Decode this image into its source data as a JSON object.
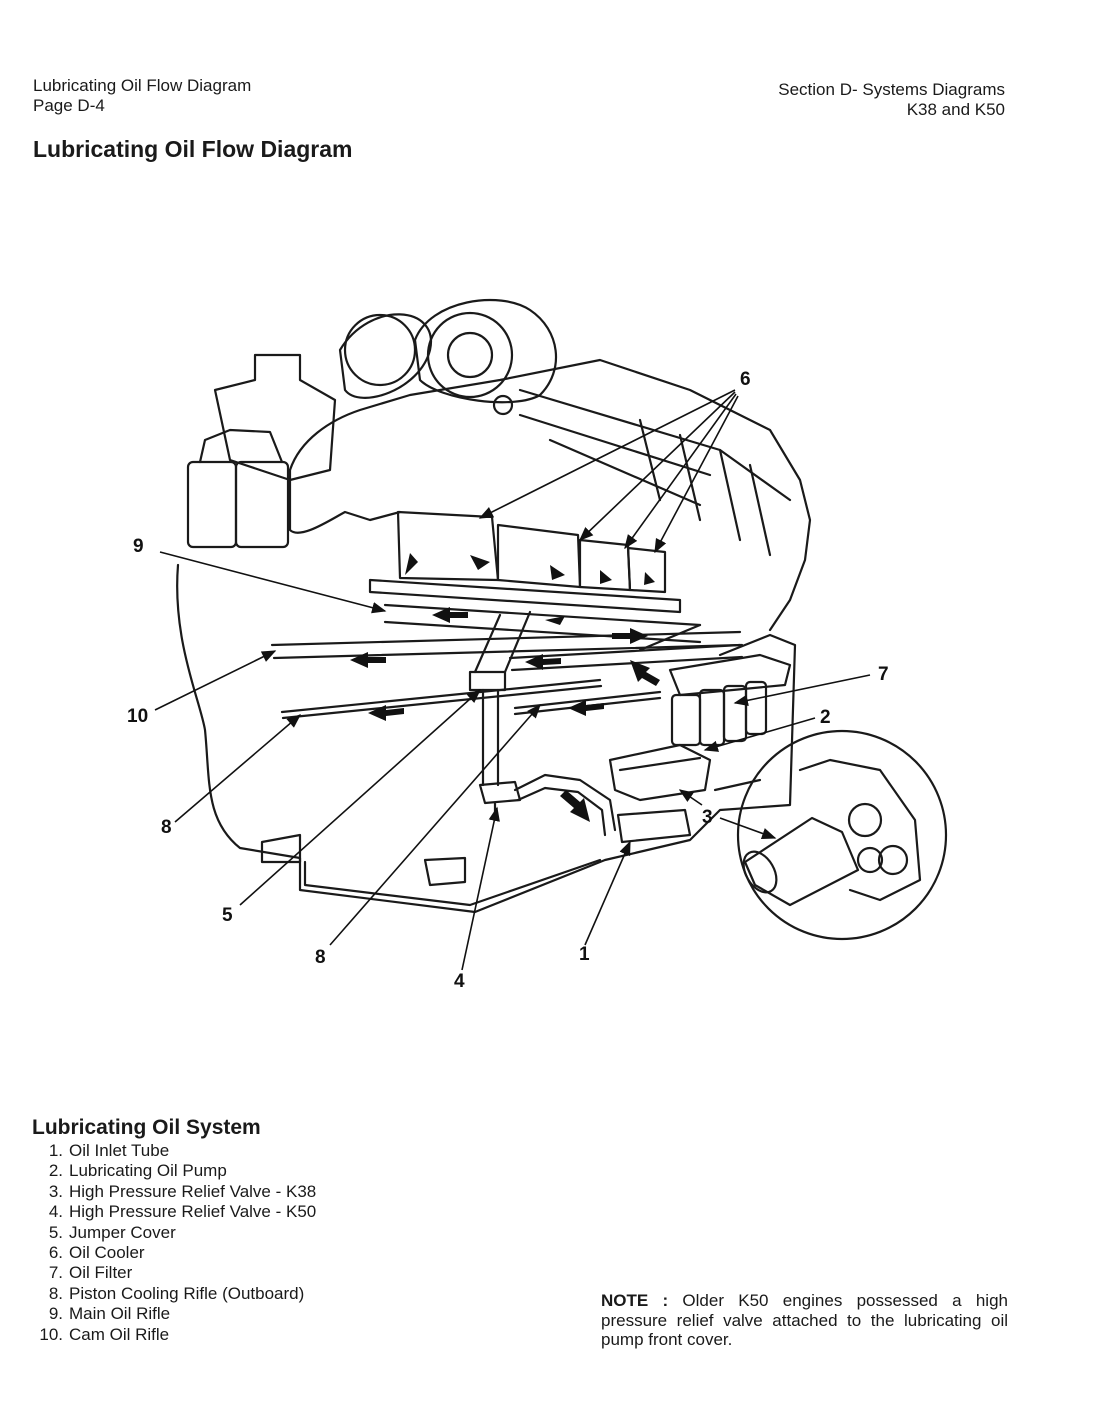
{
  "header": {
    "left_line1": "Lubricating Oil Flow Diagram",
    "left_line2": "Page D-4",
    "right_line1": "Section D- Systems Diagrams",
    "right_line2": "K38 and K50"
  },
  "title": "Lubricating Oil Flow Diagram",
  "diagram": {
    "callouts": [
      "1",
      "2",
      "3",
      "4",
      "5",
      "6",
      "7",
      "8",
      "8",
      "9",
      "10"
    ]
  },
  "legend": {
    "title": "Lubricating Oil System",
    "items": [
      {
        "num": "1.",
        "text": "Oil Inlet Tube"
      },
      {
        "num": "2.",
        "text": "Lubricating Oil Pump"
      },
      {
        "num": "3.",
        "text": "High Pressure Relief Valve - K38"
      },
      {
        "num": "4.",
        "text": "High Pressure Relief Valve - K50"
      },
      {
        "num": "5.",
        "text": "Jumper Cover"
      },
      {
        "num": "6.",
        "text": "Oil Cooler"
      },
      {
        "num": "7.",
        "text": "Oil Filter"
      },
      {
        "num": "8.",
        "text": "Piston Cooling Rifle (Outboard)"
      },
      {
        "num": "9.",
        "text": "Main Oil Rifle"
      },
      {
        "num": "10.",
        "text": "Cam Oil Rifle"
      }
    ]
  },
  "note": {
    "label": "NOTE :",
    "text": "Older K50 engines possessed a high pressure relief valve attached to the lubricating oil pump front cover."
  }
}
